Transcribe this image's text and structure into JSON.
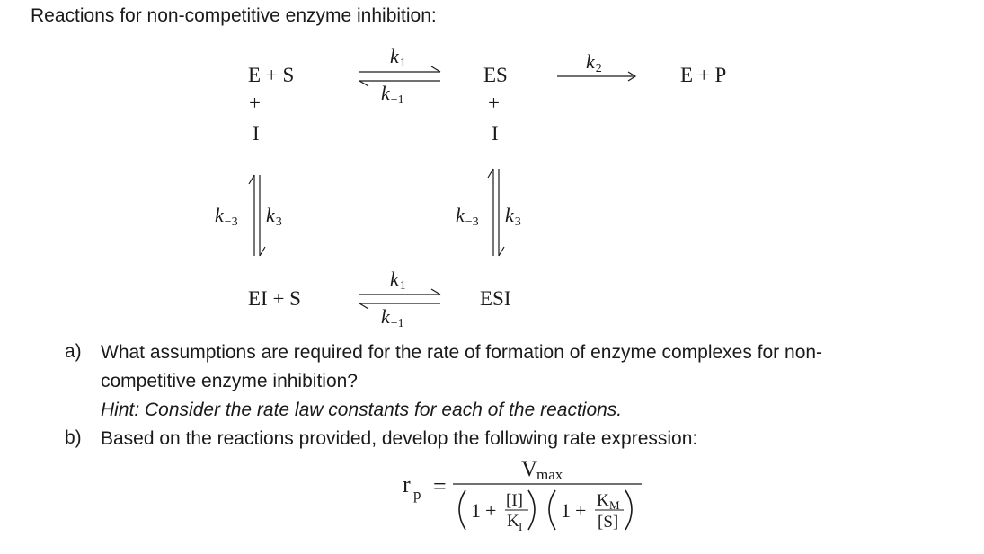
{
  "heading": "Reactions for non-competitive enzyme inhibition:",
  "scheme": {
    "top_left": "E + S",
    "plus": "+",
    "inhibitor": "I",
    "top_middle": "ES",
    "top_right": "E + P",
    "bottom_left": "EI + S",
    "bottom_middle": "ESI",
    "rates": {
      "k1_top": {
        "k": "k",
        "sub": "1"
      },
      "km1_top": {
        "k": "k",
        "sub": "−1"
      },
      "k2": {
        "k": "k",
        "sub": "2"
      },
      "km3_left": {
        "k": "k",
        "sub": "−3"
      },
      "k3_left": {
        "k": "k",
        "sub": "3"
      },
      "km3_mid": {
        "k": "k",
        "sub": "−3"
      },
      "k3_mid": {
        "k": "k",
        "sub": "3"
      },
      "k1_bottom": {
        "k": "k",
        "sub": "1"
      },
      "km1_bottom": {
        "k": "k",
        "sub": "−1"
      }
    }
  },
  "questions": {
    "a": {
      "label": "a)",
      "line1": "What assumptions are required for the rate of formation of enzyme complexes for non-",
      "line2": "competitive enzyme inhibition?",
      "hint": "Hint: Consider the rate law constants for each of the reactions."
    },
    "b": {
      "label": "b)",
      "line1": "Based on the reactions provided, develop the following rate expression:"
    }
  },
  "formula": {
    "lhs": "r",
    "lhs_sub": "p",
    "equals": "=",
    "numerator": "V",
    "numerator_sub": "max",
    "one": "1",
    "plus": "+",
    "I_conc": "[I]",
    "KI": "K",
    "KI_sub": "I",
    "KM": "K",
    "KM_sub": "M",
    "S_conc": "[S]"
  }
}
